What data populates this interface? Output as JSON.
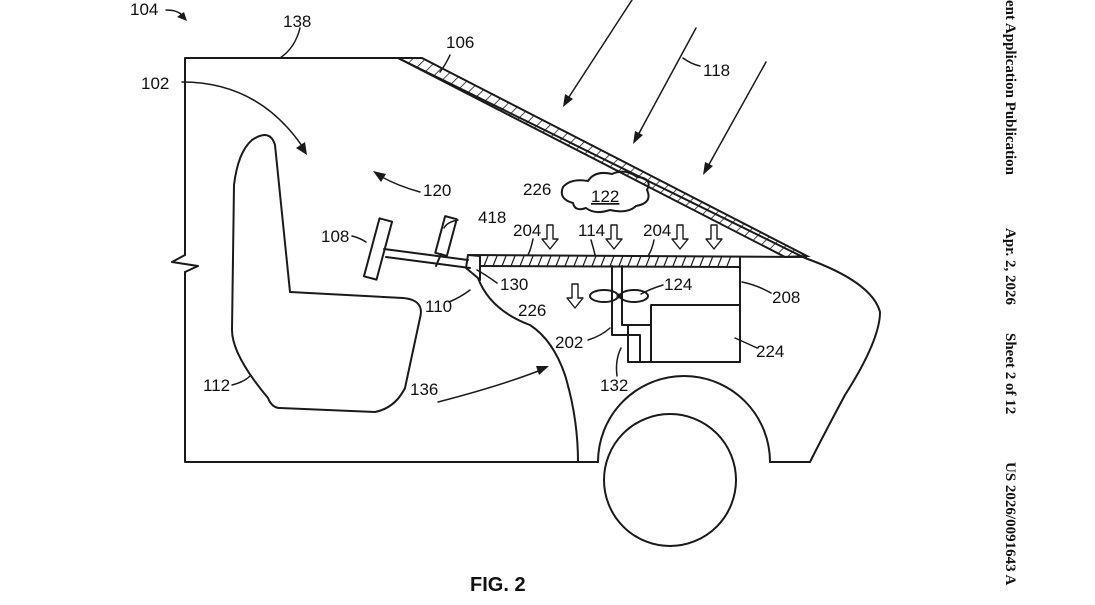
{
  "figure": {
    "caption": "FIG. 2",
    "reference_numerals": {
      "n104": "104",
      "n138": "138",
      "n106": "106",
      "n118": "118",
      "n102": "102",
      "n120": "120",
      "n226a": "226",
      "n122": "122",
      "n418": "418",
      "n108": "108",
      "n204a": "204",
      "n114": "114",
      "n204b": "204",
      "n130": "130",
      "n124": "124",
      "n208": "208",
      "n110": "110",
      "n226b": "226",
      "n202": "202",
      "n224": "224",
      "n112": "112",
      "n136": "136",
      "n132": "132"
    }
  },
  "header": {
    "publication": "ent Application Publication",
    "date": "Apr. 2, 2026",
    "sheet": "Sheet 2 of 12",
    "number": "US 2026/0091643 A"
  }
}
